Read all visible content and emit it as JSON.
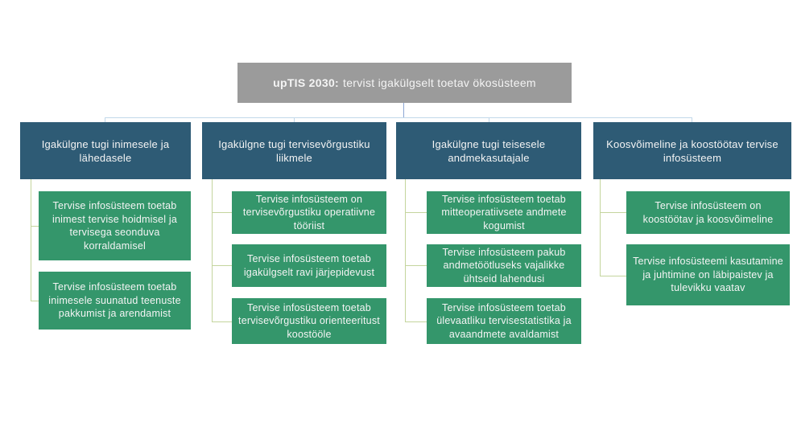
{
  "diagram": {
    "root": {
      "label_bold": "upTIS 2030:",
      "label_rest": "tervist igakülgselt toetav ökosüsteem"
    },
    "branches": [
      {
        "label": "Igakülgne tugi inimesele ja lähedasele",
        "children": [
          {
            "text": "Tervise infosüsteem toetab inimest tervise hoidmisel ja tervisega seonduva korraldamisel"
          },
          {
            "text": "Tervise infosüsteem toetab inimesele suunatud teenuste pakkumist ja arendamist"
          }
        ]
      },
      {
        "label": "Igakülgne tugi tervisevõrgustiku liikmele",
        "children": [
          {
            "text": "Tervise infosüsteem on tervisevõrgustiku operatiivne tööriist"
          },
          {
            "text": "Tervise infosüsteem toetab igakülgselt ravi järjepidevust"
          },
          {
            "text": "Tervise infosüsteem toetab tervisevõrgustiku orienteeritust koostööle"
          }
        ]
      },
      {
        "label": "Igakülgne tugi teisesele andmekasutajale",
        "children": [
          {
            "text": "Tervise infosüsteem toetab mitteoperatiivsete andmete kogumist"
          },
          {
            "text": "Tervise infosüsteem pakub andmetöötluseks vajalikke ühtseid lahendusi"
          },
          {
            "text": "Tervise infosüsteem toetab ülevaatliku tervisestatistika ja avaandmete avaldamist"
          }
        ]
      },
      {
        "label": "Koosvõimeline ja koostöötav tervise infosüsteem",
        "children": [
          {
            "text": "Tervise infosüsteem on koostöötav ja koosvõimeline"
          },
          {
            "text": "Tervise infosüsteemi kasutamine ja juhtimine on läbipaistev ja tulevikku vaatav"
          }
        ]
      }
    ],
    "colors": {
      "root_box": "#9b9b9b",
      "branch_box": "#2e5b75",
      "child_box": "#34966b",
      "text": "#f4f4f4",
      "line_blue": "#c2d8ea",
      "line_blue_dark": "#8ba6d4",
      "line_olive": "#c4d59d"
    }
  }
}
